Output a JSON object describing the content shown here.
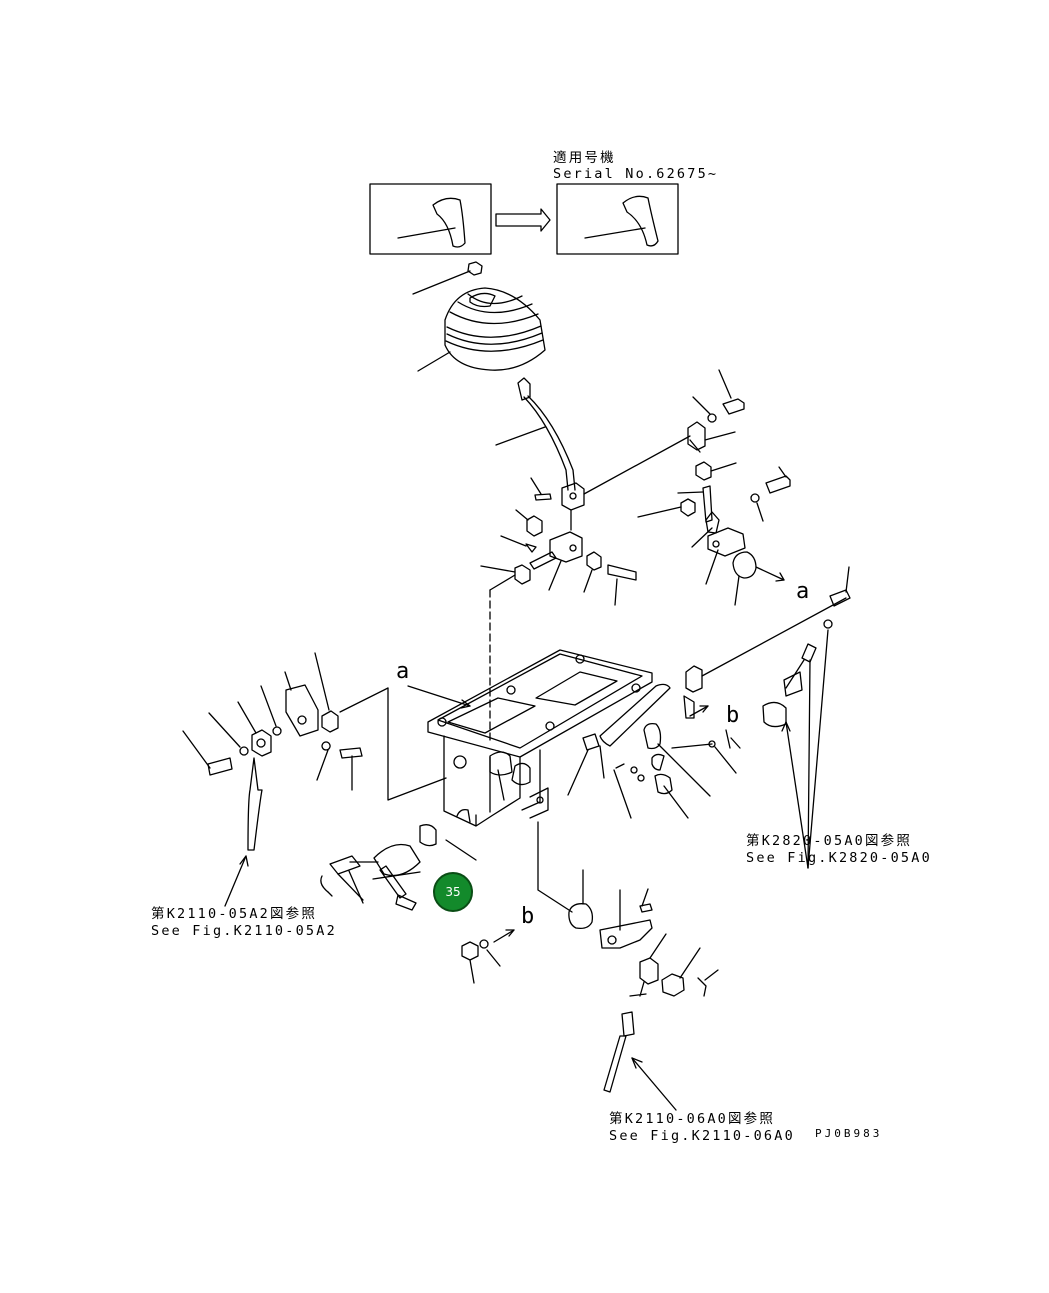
{
  "serial": {
    "jp": "適用号機",
    "en": "Serial No.62675~"
  },
  "refs": {
    "k2820": {
      "jp": "第K2820-05A0図参照",
      "en": "See Fig.K2820-05A0"
    },
    "k2110_05a2": {
      "jp": "第K2110-05A2図参照",
      "en": "See Fig.K2110-05A2"
    },
    "k2110_06a0": {
      "jp": "第K2110-06A0図参照",
      "en": "See Fig.K2110-06A0"
    }
  },
  "code": "PJ0B983",
  "markers": {
    "a": "a",
    "b": "b"
  },
  "hotspot": {
    "label": "35",
    "color": "#138a2b"
  }
}
